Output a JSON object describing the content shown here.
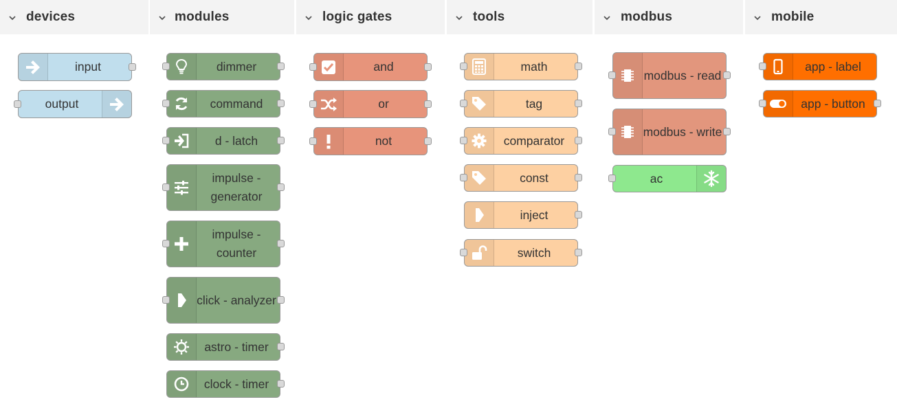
{
  "colors": {
    "header_bg": "#f3f3f3",
    "devices": "#c0deed",
    "modules": "#87a980",
    "logic": "#e7947b",
    "tools": "#fdd0a2",
    "modbus": "#e2967d",
    "ac": "#8ee88e",
    "mobile": "#ff6f00"
  },
  "categories": [
    {
      "name": "devices",
      "nodes": [
        {
          "label": "input",
          "icon": "arrow-right-icon"
        },
        {
          "label": "output",
          "icon": "arrow-right-icon"
        }
      ]
    },
    {
      "name": "modules",
      "nodes": [
        {
          "label": "dimmer",
          "icon": "lightbulb-icon"
        },
        {
          "label": "command",
          "icon": "refresh-icon"
        },
        {
          "label": "d - latch",
          "icon": "sign-in-icon"
        },
        {
          "label": "impulse - generator",
          "icon": "sliders-icon"
        },
        {
          "label": "impulse - counter",
          "icon": "plus-icon"
        },
        {
          "label": "click - analyzer",
          "icon": "pulse-arrow-icon"
        },
        {
          "label": "astro - timer",
          "icon": "sun-icon"
        },
        {
          "label": "clock - timer",
          "icon": "clock-icon"
        }
      ]
    },
    {
      "name": "logic gates",
      "nodes": [
        {
          "label": "and",
          "icon": "check-square-icon"
        },
        {
          "label": "or",
          "icon": "shuffle-icon"
        },
        {
          "label": "not",
          "icon": "exclamation-icon"
        }
      ]
    },
    {
      "name": "tools",
      "nodes": [
        {
          "label": "math",
          "icon": "calculator-icon"
        },
        {
          "label": "tag",
          "icon": "tag-icon"
        },
        {
          "label": "comparator",
          "icon": "cog-icon"
        },
        {
          "label": "const",
          "icon": "tag-icon"
        },
        {
          "label": "inject",
          "icon": "pulse-arrow-icon"
        },
        {
          "label": "switch",
          "icon": "unlock-icon"
        }
      ]
    },
    {
      "name": "modbus",
      "nodes": [
        {
          "label": "modbus - read",
          "icon": "chip-icon"
        },
        {
          "label": "modbus - write",
          "icon": "chip-icon"
        },
        {
          "label": "ac",
          "icon": "snowflake-icon"
        }
      ]
    },
    {
      "name": "mobile",
      "nodes": [
        {
          "label": "app - label",
          "icon": "mobile-phone-icon"
        },
        {
          "label": "app - button",
          "icon": "toggle-icon"
        }
      ]
    }
  ]
}
